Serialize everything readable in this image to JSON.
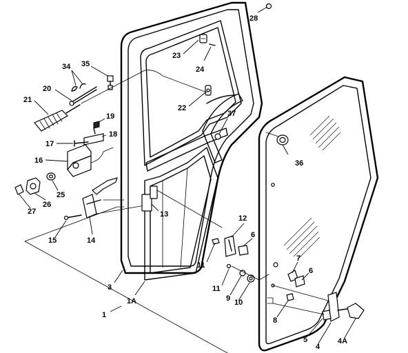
{
  "callouts": {
    "c1": "1",
    "c1a": "1A",
    "c3": "3",
    "c4": "4",
    "c4a": "4A",
    "c5": "5",
    "c6a": "6",
    "c6b": "6",
    "c7": "7",
    "c8": "8",
    "c9": "9",
    "c10": "10",
    "c11a": "11",
    "c11b": "11",
    "c12": "12",
    "c13": "13",
    "c14": "14",
    "c15": "15",
    "c16": "16",
    "c17": "17",
    "c18": "18",
    "c19": "19",
    "c20": "20",
    "c21": "21",
    "c22": "22",
    "c23": "23",
    "c24": "24",
    "c25": "25",
    "c26": "26",
    "c27": "27",
    "c28": "28",
    "c34": "34",
    "c35": "35",
    "c36": "36",
    "c37": "37"
  }
}
